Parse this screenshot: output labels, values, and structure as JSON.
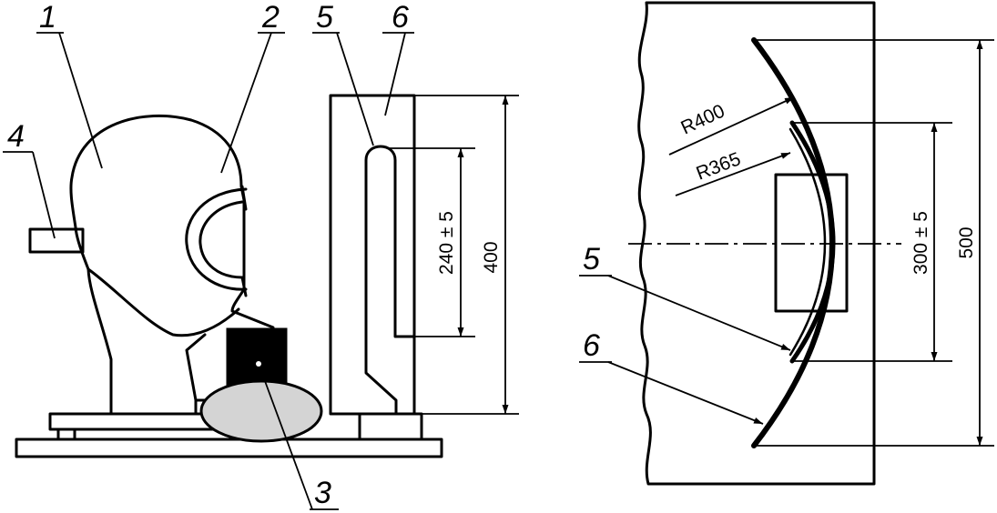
{
  "left_view": {
    "callouts": [
      "1",
      "2",
      "5",
      "6",
      "4",
      "3"
    ],
    "dims": {
      "slot_height": "240 ± 5",
      "panel_height": "400"
    }
  },
  "right_view": {
    "radii": [
      "R400",
      "R365"
    ],
    "dims": {
      "inner_arc_height": "300 ± 5",
      "outer_arc_height": "500"
    },
    "callouts": [
      "5",
      "6"
    ]
  }
}
